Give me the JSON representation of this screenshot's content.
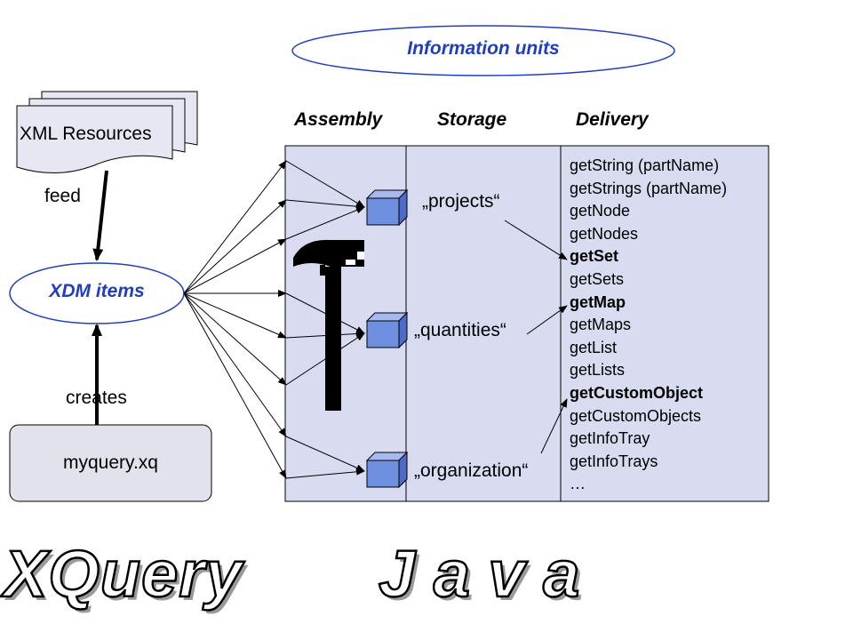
{
  "title": "Information units",
  "columns": {
    "assembly": "Assembly",
    "storage": "Storage",
    "delivery": "Delivery"
  },
  "sources": {
    "xml_resources": "XML Resources",
    "xdm_items": "XDM items",
    "query_file": "myquery.xq"
  },
  "edge_labels": {
    "feed": "feed",
    "creates": "creates"
  },
  "storage_items": [
    "„projects“",
    "„quantities“",
    "„organization“"
  ],
  "delivery_methods": [
    {
      "text": "getString (partName)",
      "bold": false
    },
    {
      "text": "getStrings (partName)",
      "bold": false
    },
    {
      "text": "getNode",
      "bold": false
    },
    {
      "text": "getNodes",
      "bold": false
    },
    {
      "text": "getSet",
      "bold": true
    },
    {
      "text": "getSets",
      "bold": false
    },
    {
      "text": "getMap",
      "bold": true
    },
    {
      "text": "getMaps",
      "bold": false
    },
    {
      "text": "getList",
      "bold": false
    },
    {
      "text": "getLists",
      "bold": false
    },
    {
      "text": "getCustomObject",
      "bold": true
    },
    {
      "text": "getCustomObjects",
      "bold": false
    },
    {
      "text": "getInfoTray",
      "bold": false
    },
    {
      "text": "getInfoTrays",
      "bold": false
    },
    {
      "text": "…",
      "bold": false
    }
  ],
  "bottom_labels": {
    "xquery": "XQuery",
    "java": "J a v a"
  },
  "colors": {
    "accent_text": "#1f3fbf",
    "ellipse_stroke": "#1f3fbf",
    "panel_fill": "#d9dcf0",
    "cube_fill": "#6f8fe0",
    "box_fill": "#e2e2ec"
  }
}
